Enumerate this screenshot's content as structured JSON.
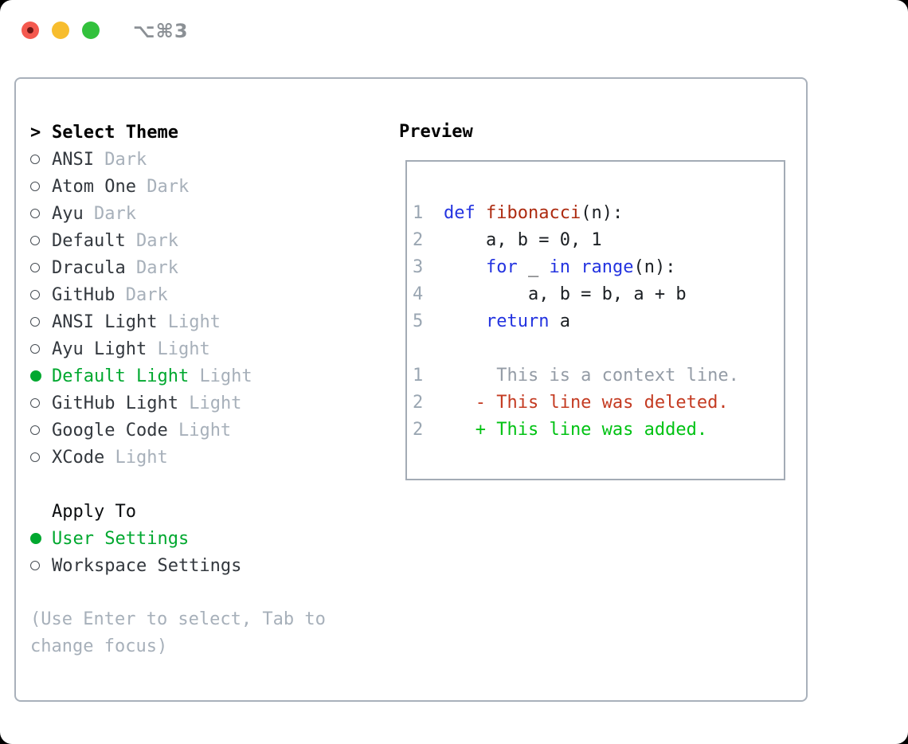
{
  "window": {
    "shortcut": "⌥⌘3",
    "traffic_lights": [
      "close",
      "minimize",
      "zoom"
    ]
  },
  "theme_panel": {
    "title_marker": ">",
    "title": "Select Theme",
    "items": [
      {
        "name": "ANSI",
        "variant": "Dark",
        "selected": false
      },
      {
        "name": "Atom One",
        "variant": "Dark",
        "selected": false
      },
      {
        "name": "Ayu",
        "variant": "Dark",
        "selected": false
      },
      {
        "name": "Default",
        "variant": "Dark",
        "selected": false
      },
      {
        "name": "Dracula",
        "variant": "Dark",
        "selected": false
      },
      {
        "name": "GitHub",
        "variant": "Dark",
        "selected": false
      },
      {
        "name": "ANSI Light",
        "variant": "Light",
        "selected": false
      },
      {
        "name": "Ayu Light",
        "variant": "Light",
        "selected": false
      },
      {
        "name": "Default Light",
        "variant": "Light",
        "selected": true
      },
      {
        "name": "GitHub Light",
        "variant": "Light",
        "selected": false
      },
      {
        "name": "Google Code",
        "variant": "Light",
        "selected": false
      },
      {
        "name": "XCode",
        "variant": "Light",
        "selected": false
      }
    ],
    "apply_to": {
      "title": "Apply To",
      "options": [
        {
          "name": "User Settings",
          "selected": true
        },
        {
          "name": "Workspace Settings",
          "selected": false
        }
      ]
    },
    "hint": "(Use Enter to select, Tab to change focus)"
  },
  "preview_panel": {
    "title": "Preview",
    "lines": [
      {
        "no": "1",
        "kind": "code",
        "segments": [
          {
            "t": "def",
            "s": "kw"
          },
          {
            "t": " ",
            "s": "pl"
          },
          {
            "t": "fibonacci",
            "s": "fn"
          },
          {
            "t": "(n):",
            "s": "pl"
          }
        ]
      },
      {
        "no": "2",
        "kind": "code",
        "segments": [
          {
            "t": "    a, b = 0, 1",
            "s": "pl"
          }
        ]
      },
      {
        "no": "3",
        "kind": "code",
        "segments": [
          {
            "t": "    ",
            "s": "pl"
          },
          {
            "t": "for",
            "s": "kw"
          },
          {
            "t": " _ ",
            "s": "pl"
          },
          {
            "t": "in",
            "s": "kw"
          },
          {
            "t": " ",
            "s": "pl"
          },
          {
            "t": "range",
            "s": "kw"
          },
          {
            "t": "(n):",
            "s": "pl"
          }
        ]
      },
      {
        "no": "4",
        "kind": "code",
        "segments": [
          {
            "t": "        a, b = b, a + b",
            "s": "pl"
          }
        ]
      },
      {
        "no": "5",
        "kind": "code",
        "segments": [
          {
            "t": "    ",
            "s": "pl"
          },
          {
            "t": "return",
            "s": "kw"
          },
          {
            "t": " a",
            "s": "pl"
          }
        ]
      },
      {
        "no": "",
        "kind": "blank",
        "segments": []
      },
      {
        "no": "1",
        "kind": "context",
        "segments": [
          {
            "t": "     This is a context line.",
            "s": "ctx"
          }
        ]
      },
      {
        "no": "2",
        "kind": "deleted",
        "segments": [
          {
            "t": "   - This line was deleted.",
            "s": "del"
          }
        ]
      },
      {
        "no": "2",
        "kind": "added",
        "segments": [
          {
            "t": "   + This line was added.",
            "s": "add"
          }
        ]
      }
    ]
  },
  "colors": {
    "keyword_blue": "#2333e0",
    "function_red": "#ad2b10",
    "deleted_red": "#c43b22",
    "added_green": "#00c213",
    "selected_green": "#00a82f",
    "muted_gray": "#a7b0ba",
    "line_number_gray": "#9aa6b2",
    "panel_border_gray": "#a9b1bb",
    "traffic_red": "#f4594f",
    "traffic_yellow": "#f7bd2e",
    "traffic_green": "#32c13c"
  }
}
